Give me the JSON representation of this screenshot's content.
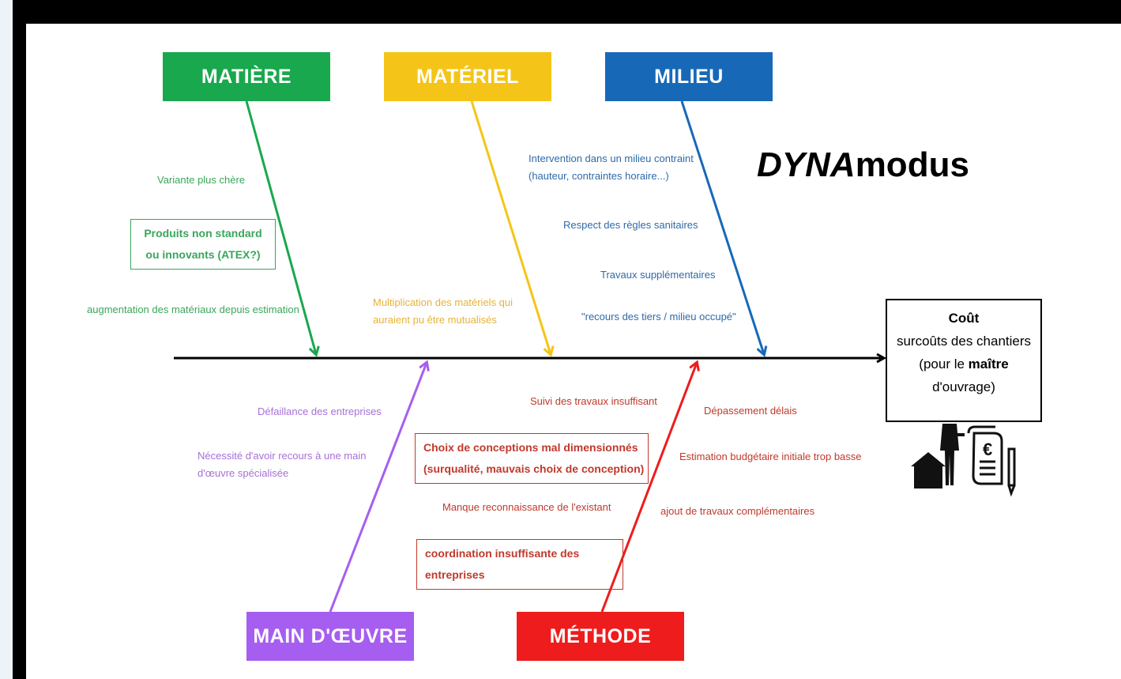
{
  "brand": {
    "prefix": "DYNA",
    "suffix": "modus"
  },
  "colors": {
    "matiere": "#19a84d",
    "materiel": "#f4c518",
    "milieu": "#1769b8",
    "main_oeuvre": "#a65ef0",
    "methode": "#ee1c1c",
    "spine": "#000000"
  },
  "categories": {
    "matiere": "MATIÈRE",
    "materiel": "MATÉRIEL",
    "milieu": "MILIEU",
    "main_oeuvre": "MAIN D'ŒUVRE",
    "methode": "MÉTHODE"
  },
  "causes": {
    "matiere": {
      "c1": "Variante plus chère",
      "c2_line1": "Produits non standard",
      "c2_line2": "ou innovants (ATEX?)",
      "c3": "augmentation des matériaux depuis estimation"
    },
    "materiel": {
      "c1_line1": "Multiplication des matériels qui",
      "c1_line2": "auraient pu être mutualisés"
    },
    "milieu": {
      "c1_line1": "Intervention dans un milieu contraint",
      "c1_line2": "(hauteur, contraintes horaire...)",
      "c2": "Respect des règles sanitaires",
      "c3": "Travaux supplémentaires",
      "c4": "\"recours des tiers / milieu occupé\""
    },
    "main_oeuvre": {
      "c1": "Défaillance des entreprises",
      "c2_line1": "Nécessité d'avoir recours à une main",
      "c2_line2": "d'œuvre spécialisée"
    },
    "methode": {
      "c1": "Suivi des travaux insuffisant",
      "c2_line1": "Choix de conceptions mal dimensionnés",
      "c2_line2": "(surqualité, mauvais choix de conception)",
      "c3": "Manque reconnaissance de l'existant",
      "c4_line1": "coordination insuffisante des",
      "c4_line2": "entreprises",
      "c5": "Dépassement délais",
      "c6": "Estimation budgétaire initiale trop basse",
      "c7": "ajout de travaux complémentaires"
    }
  },
  "effect": {
    "title": "Coût",
    "line1": "surcoûts des chantiers",
    "line2_pre": "(pour le ",
    "line2_bold": "maître",
    "line3": "d'ouvrage)"
  },
  "icons": [
    "owner-at-house-icon",
    "euro-invoice-icon"
  ]
}
